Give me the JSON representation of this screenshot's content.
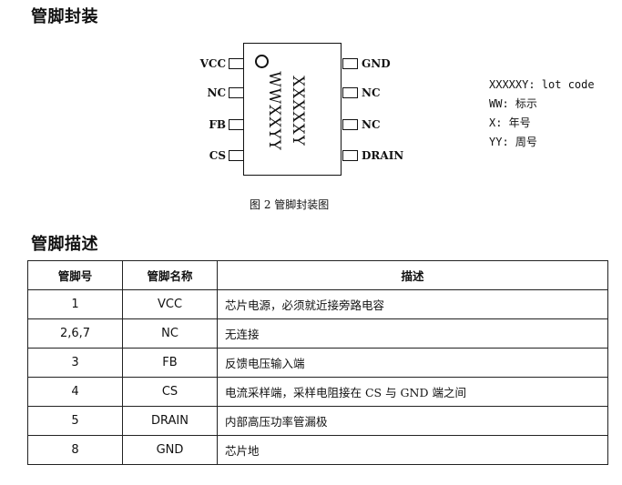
{
  "headings": {
    "pin_package": "管脚封装",
    "pin_description": "管脚描述"
  },
  "package": {
    "left_pins": [
      "VCC",
      "NC",
      "FB",
      "CS"
    ],
    "right_pins": [
      "GND",
      "NC",
      "NC",
      "DRAIN"
    ],
    "marking_line1": "XXXXXY",
    "marking_line2": "WWXXYY",
    "caption": "图 2  管脚封装图"
  },
  "legend": [
    "XXXXXY: lot code",
    "WW: 标示",
    "X: 年号",
    "YY: 周号"
  ],
  "table": {
    "headers": [
      "管脚号",
      "管脚名称",
      "描述"
    ],
    "rows": [
      [
        "1",
        "VCC",
        "芯片电源，必须就近接旁路电容"
      ],
      [
        "2,6,7",
        "NC",
        "无连接"
      ],
      [
        "3",
        "FB",
        "反馈电压输入端"
      ],
      [
        "4",
        "CS",
        "电流采样端，采样电阻接在 CS 与 GND 端之间"
      ],
      [
        "5",
        "DRAIN",
        "内部高压功率管漏极"
      ],
      [
        "8",
        "GND",
        "芯片地"
      ]
    ]
  }
}
